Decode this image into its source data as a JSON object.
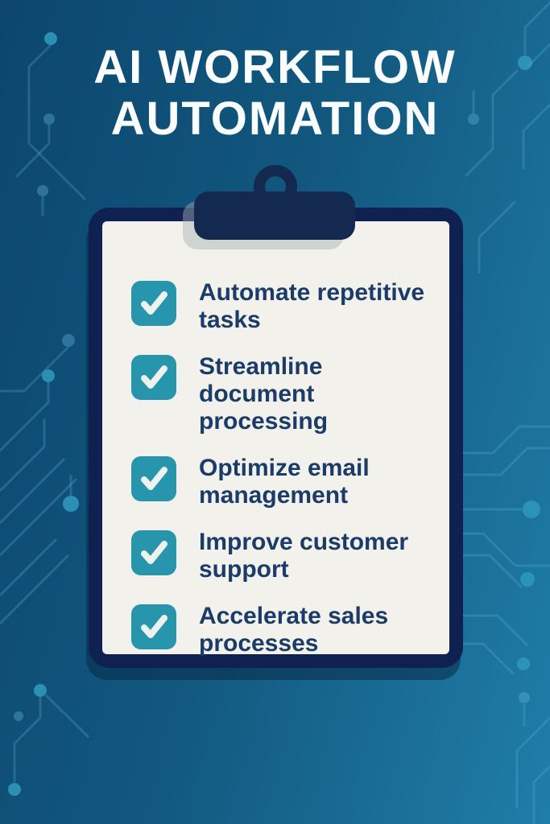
{
  "title": {
    "line1": "AI WORKFLOW",
    "line2": "AUTOMATION"
  },
  "checklist": {
    "items": [
      {
        "label": "Automate repetitive tasks",
        "checked": true
      },
      {
        "label": "Streamline document processing",
        "checked": true
      },
      {
        "label": "Optimize email management",
        "checked": true
      },
      {
        "label": "Improve customer support",
        "checked": true
      },
      {
        "label": "Accelerate sales processes",
        "checked": true
      }
    ]
  },
  "colors": {
    "background_gradient_start": "#0c466e",
    "background_gradient_end": "#1f7ea8",
    "clipboard_frame": "#0f2150",
    "clip": "#14294f",
    "paper": "#f2f1ec",
    "checkbox_teal": "#2795ac",
    "checkmark": "#eef2ef",
    "item_text": "#1b3c68",
    "title_text": "#fafdfd",
    "circuit_line": "#5fb0d6",
    "circuit_dot": "#2f97ba"
  }
}
